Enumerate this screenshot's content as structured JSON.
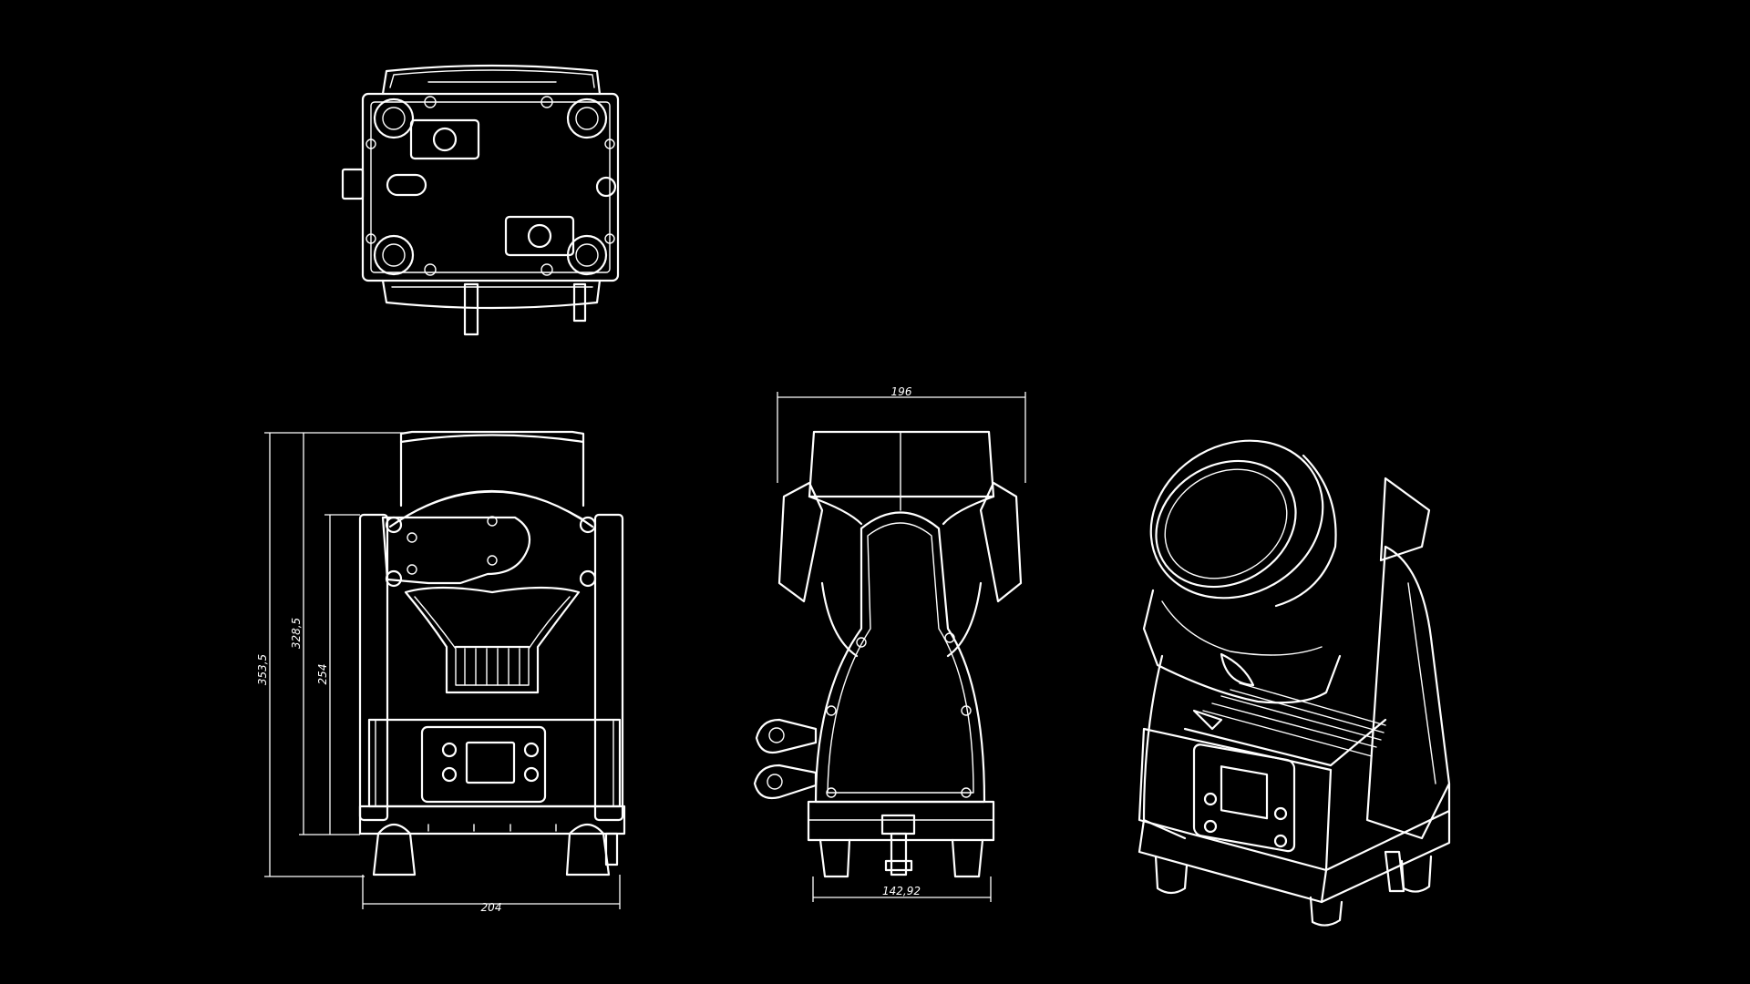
{
  "colors": {
    "background": "#000000",
    "line": "#ffffff"
  },
  "dimensions": {
    "height_total": "353,5",
    "height_head": "328,5",
    "height_body": "254",
    "width_front": "204",
    "width_side_top": "196",
    "width_side_base": "142,92"
  }
}
